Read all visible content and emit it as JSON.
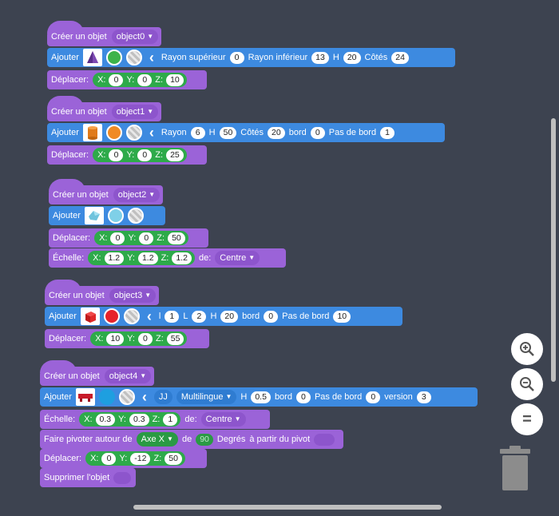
{
  "colors": {
    "background": "#3d4350",
    "looks": "#9b63d8",
    "motion": "#3d8ae0",
    "operator": "#2eaa4a"
  },
  "labels": {
    "create": "Créer un objet",
    "add": "Ajouter",
    "move": "Déplacer:",
    "scale": "Échelle:",
    "rotate": "Faire pivoter autour de",
    "delete": "Supprimer l'objet",
    "x": "X:",
    "y": "Y:",
    "z": "Z:",
    "de": "de:",
    "de2": "de",
    "degrees": "Degrés",
    "from_pivot": "à partir du pivot"
  },
  "blocks": [
    {
      "object": "object0",
      "shape_icon": "cone-icon",
      "color": "#3db34a",
      "params": [
        {
          "label": "Rayon supérieur",
          "value": "0"
        },
        {
          "label": "Rayon inférieur",
          "value": "13"
        },
        {
          "label": "H",
          "value": "20"
        },
        {
          "label": "Côtés",
          "value": "24"
        }
      ],
      "move": [
        "0",
        "0",
        "10"
      ]
    },
    {
      "object": "object1",
      "shape_icon": "cylinder-icon",
      "color": "#f08a24",
      "params": [
        {
          "label": "Rayon",
          "value": "6"
        },
        {
          "label": "H",
          "value": "50"
        },
        {
          "label": "Côtés",
          "value": "20"
        },
        {
          "label": "bord",
          "value": "0"
        },
        {
          "label": "Pas de bord",
          "value": "1"
        }
      ],
      "move": [
        "0",
        "0",
        "25"
      ]
    },
    {
      "object": "object2",
      "shape_icon": "gem-icon",
      "color": "#7fd0e8",
      "move": [
        "0",
        "0",
        "50"
      ],
      "scale": [
        "1.2",
        "1.2",
        "1.2"
      ],
      "scale_from": "Centre"
    },
    {
      "object": "object3",
      "shape_icon": "cube-icon",
      "color": "#e6222a",
      "params": [
        {
          "label": "l",
          "value": "1"
        },
        {
          "label": "L",
          "value": "2"
        },
        {
          "label": "H",
          "value": "20"
        },
        {
          "label": "bord",
          "value": "0"
        },
        {
          "label": "Pas de bord",
          "value": "10"
        }
      ],
      "move": [
        "10",
        "0",
        "55"
      ]
    },
    {
      "object": "object4",
      "shape_icon": "text-3d-icon",
      "color": "#1e9fe0",
      "text": "JJ",
      "font": "Multilingue",
      "params": [
        {
          "label": "H",
          "value": "0.5"
        },
        {
          "label": "bord",
          "value": "0"
        },
        {
          "label": "Pas de bord",
          "value": "0"
        },
        {
          "label": "version",
          "value": "3"
        }
      ],
      "scale": [
        "0.3",
        "0.3",
        "1"
      ],
      "scale_from": "Centre",
      "rotate": {
        "axis": "Axe X",
        "angle": "90"
      },
      "move": [
        "0",
        "-12",
        "50"
      ]
    }
  ],
  "controls": {
    "zoom_in": "zoom-in-icon",
    "zoom_out": "zoom-out-icon",
    "reset": "reset-zoom-icon",
    "trash": "trash-icon"
  },
  "reset_symbol": "="
}
